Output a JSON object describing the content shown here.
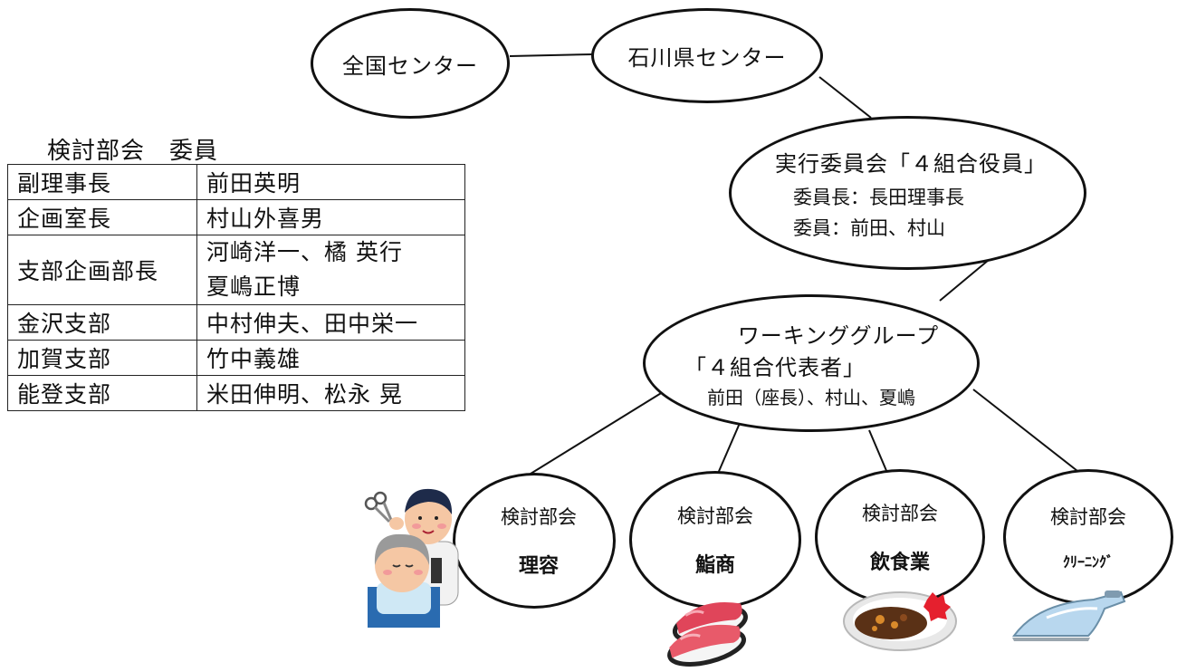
{
  "nodes": {
    "national_center": "全国センター",
    "ishikawa_center": "石川県センター",
    "exec_committee": {
      "title": "実行委員会「４組合役員」",
      "chair": "委員長：長田理事長",
      "members": "委員：前田、村山"
    },
    "working_group": {
      "title": "ワーキンググループ",
      "subtitle": "「４組合代表者」",
      "members": "前田（座長）、村山、夏嶋"
    }
  },
  "table": {
    "title": "検討部会　委員",
    "rows": [
      {
        "role": "副理事長",
        "names": "前田英明"
      },
      {
        "role": "企画室長",
        "names": "村山外喜男"
      },
      {
        "role": "支部企画部長",
        "names": "河崎洋一、橘 英行",
        "names2": "夏嶋正博"
      },
      {
        "role": "金沢支部",
        "names": "中村伸夫、田中栄一"
      },
      {
        "role": "加賀支部",
        "names": "竹中義雄"
      },
      {
        "role": "能登支部",
        "names": "米田伸明、松永 晃"
      }
    ]
  },
  "subcommittees": [
    {
      "label": "検討部会",
      "name": "理容"
    },
    {
      "label": "検討部会",
      "name": "鮨商"
    },
    {
      "label": "検討部会",
      "name": "飲食業"
    },
    {
      "label": "検討部会",
      "name": "ｸﾘｰﾆﾝｸﾞ"
    }
  ],
  "illustrations": [
    "barber-illustration",
    "sushi-illustration",
    "curry-illustration",
    "iron-illustration"
  ]
}
